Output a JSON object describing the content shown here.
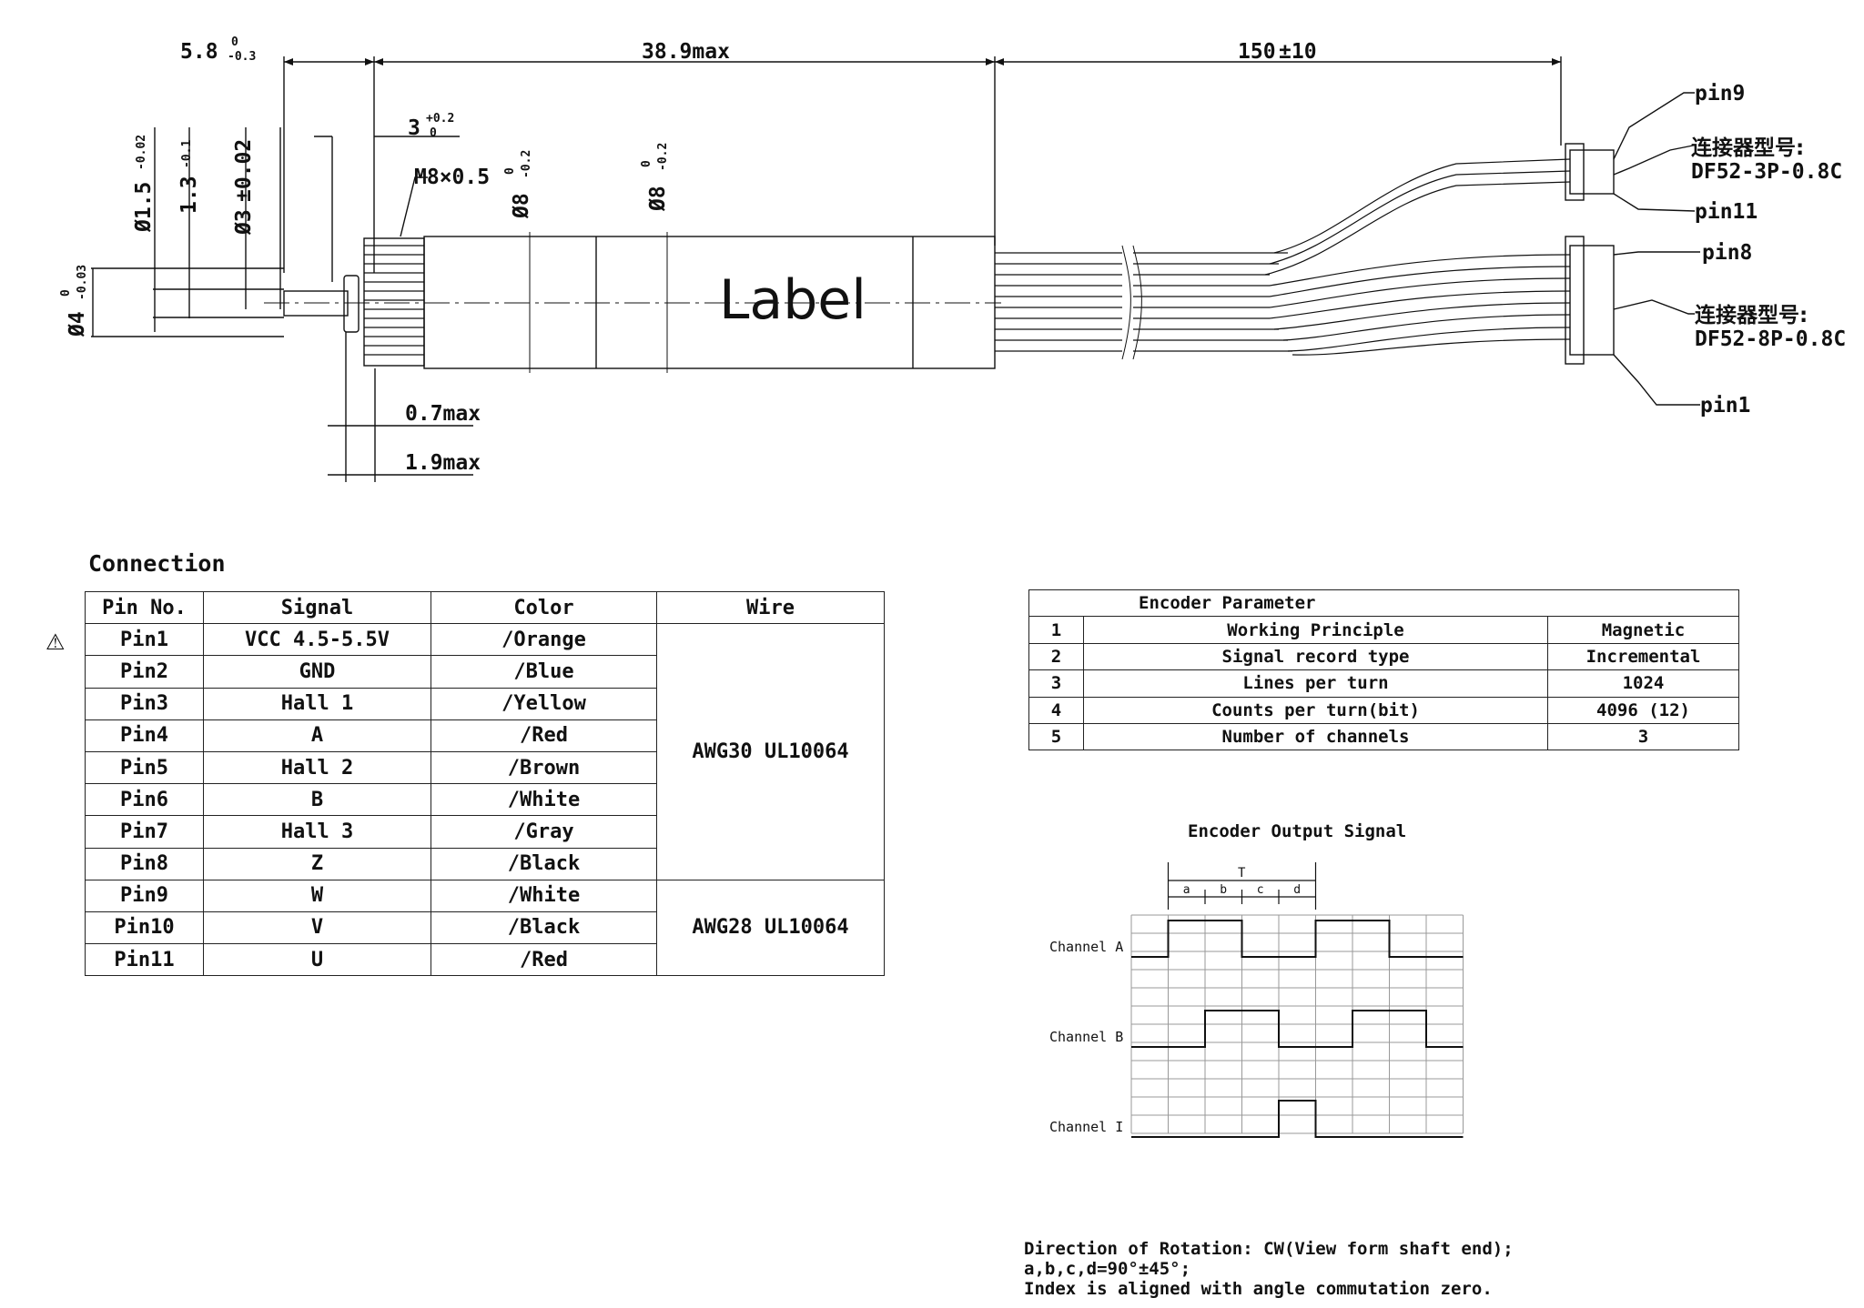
{
  "drawing": {
    "dims": {
      "d1": "5.8",
      "d1_tol_upper": "0",
      "d1_tol_lower": "-0.3",
      "d2": "38.9max",
      "d3": "150",
      "d3_tol": "±10",
      "d4": "3",
      "d4_tol_upper": "+0.2",
      "d4_tol_lower": "0",
      "thread": "M8×0.5",
      "dia8a": "Ø8",
      "dia8a_tol_upper": "0",
      "dia8a_tol_lower": "-0.2",
      "dia8b": "Ø8",
      "dia8b_tol_upper": "0",
      "dia8b_tol_lower": "-0.2",
      "dia15": "Ø1.5",
      "dia15_tol": "-0.02",
      "dia13": "1.3",
      "dia13_tol": "-0.1",
      "dia3": "Ø3",
      "dia3_tol": "±0.02",
      "dia4": "Ø4",
      "dia4_tol_upper": "0",
      "dia4_tol_lower": "-0.03",
      "dim07": "0.7max",
      "dim19": "1.9max"
    },
    "body_label": "Label",
    "pins": {
      "pin9": "pin9",
      "pin11": "pin11",
      "pin8": "pin8",
      "pin1": "pin1",
      "conn1_label": "连接器型号:",
      "conn1_model": "DF52-3P-0.8C",
      "conn2_label": "连接器型号:",
      "conn2_model": "DF52-8P-0.8C"
    }
  },
  "connection": {
    "title": "Connection",
    "warning_symbol": "⚠",
    "headers": [
      "Pin No.",
      "Signal",
      "Color",
      "Wire"
    ],
    "rows": [
      {
        "pin": "Pin1",
        "signal": "VCC 4.5-5.5V",
        "color": "/Orange"
      },
      {
        "pin": "Pin2",
        "signal": "GND",
        "color": "/Blue"
      },
      {
        "pin": "Pin3",
        "signal": "Hall 1",
        "color": "/Yellow"
      },
      {
        "pin": "Pin4",
        "signal": "A",
        "color": "/Red"
      },
      {
        "pin": "Pin5",
        "signal": "Hall 2",
        "color": "/Brown"
      },
      {
        "pin": "Pin6",
        "signal": "B",
        "color": "/White"
      },
      {
        "pin": "Pin7",
        "signal": "Hall 3",
        "color": "/Gray"
      },
      {
        "pin": "Pin8",
        "signal": "Z",
        "color": "/Black"
      },
      {
        "pin": "Pin9",
        "signal": "W",
        "color": "/White"
      },
      {
        "pin": "Pin10",
        "signal": "V",
        "color": "/Black"
      },
      {
        "pin": "Pin11",
        "signal": "U",
        "color": "/Red"
      }
    ],
    "wire_group_1": "AWG30 UL10064",
    "wire_group_2": "AWG28 UL10064"
  },
  "encoder_parameter": {
    "title": "Encoder Parameter",
    "rows": [
      {
        "no": "1",
        "name": "Working Principle",
        "value": "Magnetic"
      },
      {
        "no": "2",
        "name": "Signal record type",
        "value": "Incremental"
      },
      {
        "no": "3",
        "name": "Lines per turn",
        "value": "1024"
      },
      {
        "no": "4",
        "name": "Counts per turn(bit)",
        "value": "4096 (12)"
      },
      {
        "no": "5",
        "name": "Number of channels",
        "value": "3"
      }
    ]
  },
  "output_signal": {
    "title": "Encoder Output Signal",
    "period_label": "T",
    "phase_labels": [
      "a",
      "b",
      "c",
      "d"
    ],
    "channels": [
      {
        "name": "Channel A",
        "levels": [
          0,
          1,
          1,
          0,
          0,
          1,
          1,
          0,
          0
        ]
      },
      {
        "name": "Channel B",
        "levels": [
          0,
          0,
          1,
          1,
          0,
          0,
          1,
          1,
          0
        ]
      },
      {
        "name": "Channel I",
        "levels": [
          0,
          0,
          0,
          0,
          1,
          0,
          0,
          0,
          0
        ]
      }
    ],
    "note_line1": "Direction of Rotation: CW(View form shaft end);",
    "note_line2": "a,b,c,d=90°±45°;",
    "note_line3": "Index is aligned with angle commutation zero."
  }
}
